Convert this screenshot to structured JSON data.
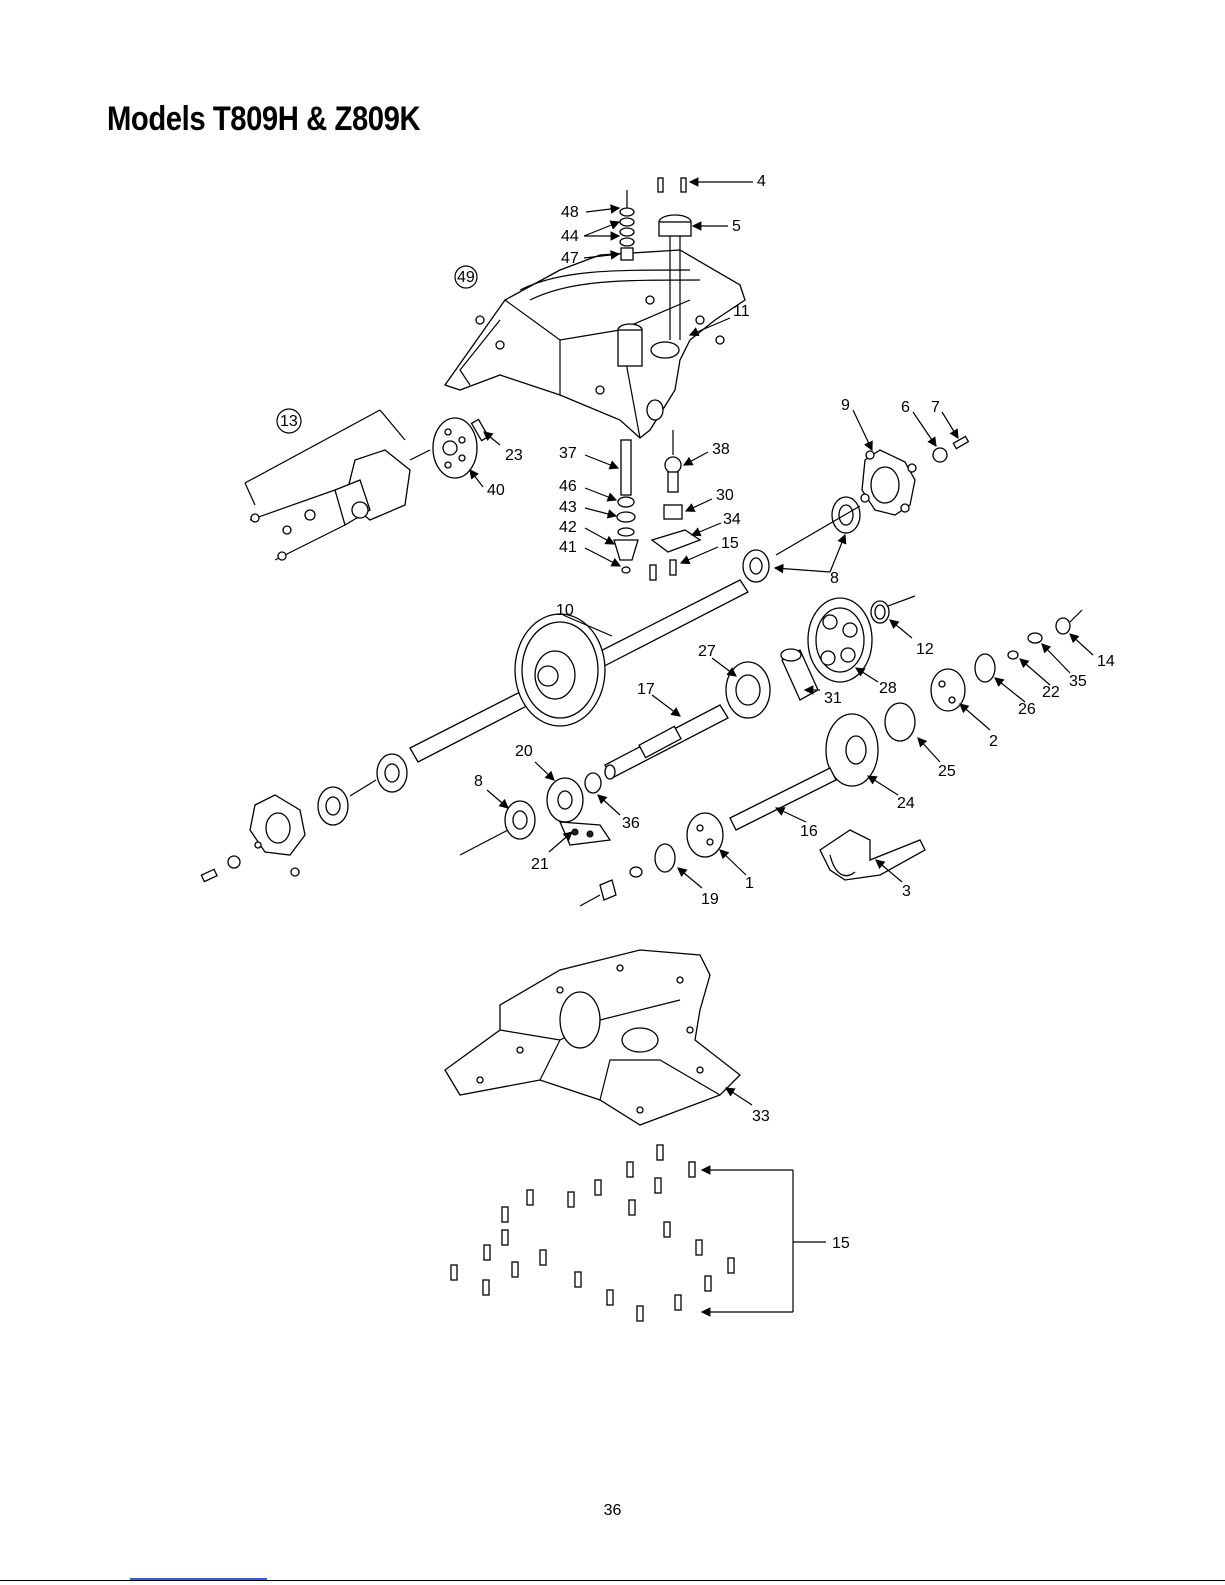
{
  "page": {
    "title": "Models T809H & Z809K",
    "page_number": "36"
  },
  "callouts": {
    "c4": "4",
    "c5": "5",
    "c48": "48",
    "c44": "44",
    "c47": "47",
    "c49": "49",
    "c11": "11",
    "c13": "13",
    "c23": "23",
    "c40": "40",
    "c37": "37",
    "c38": "38",
    "c46": "46",
    "c43": "43",
    "c42": "42",
    "c41": "41",
    "c30": "30",
    "c34": "34",
    "c15a": "15",
    "c9": "9",
    "c6": "6",
    "c7": "7",
    "c8a": "8",
    "c10": "10",
    "c12": "12",
    "c14": "14",
    "c35": "35",
    "c22": "22",
    "c26": "26",
    "c2": "2",
    "c27": "27",
    "c28": "28",
    "c31": "31",
    "c17": "17",
    "c25": "25",
    "c24": "24",
    "c20": "20",
    "c8b": "8",
    "c36": "36",
    "c21": "21",
    "c16": "16",
    "c1": "1",
    "c19": "19",
    "c3": "3",
    "c33": "33",
    "c15b": "15"
  }
}
